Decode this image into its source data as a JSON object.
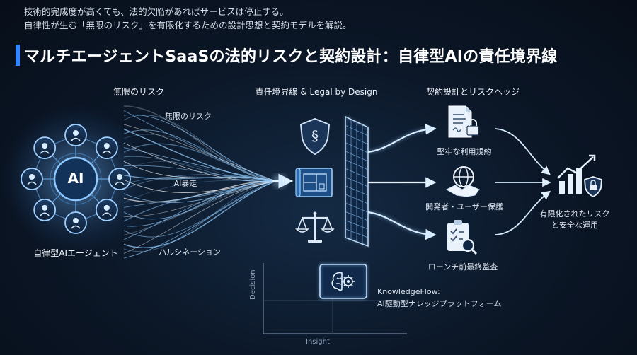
{
  "header": {
    "subtitle_line1": "技術的完成度が高くても、法的欠陥があればサービスは停止する。",
    "subtitle_line2": "自律性が生む「無限のリスク」を有限化するための設計思想と契約モデルを解説。",
    "title": "マルチエージェントSaaSの法的リスクと契約設計：自律型AIの責任境界線"
  },
  "sections": {
    "left_heading": "無限のリスク",
    "center_heading": "責任境界線 & Legal by Design",
    "right_heading": "契約設計とリスクヘッジ"
  },
  "left": {
    "hub_label": "AI",
    "caption": "自律型AIエージェント"
  },
  "flow_labels": {
    "top": "無限のリスク",
    "middle": "AI暴走",
    "bottom": "ハルシネーション"
  },
  "right_items": [
    {
      "label": "堅牢な利用規約",
      "icon": "contract-lock-icon"
    },
    {
      "label": "開発者・ユーザー保護",
      "icon": "globe-handshake-icon"
    },
    {
      "label": "ローンチ前最終監査",
      "icon": "clipboard-check-icon"
    }
  ],
  "outcome": {
    "line1": "有限化されたリスク",
    "line2": "と安全な運用",
    "icon": "chart-shield-icon"
  },
  "bottom_chart": {
    "ylabel": "Decision",
    "xlabel": "Insight",
    "product_name": "KnowledgeFlow:",
    "product_desc": "AI駆動型ナレッジプラットフォーム",
    "icon": "brain-gear-icon"
  },
  "colors": {
    "accent": "#2f86ff",
    "glow": "#8cc8ff",
    "background": "#0b1626"
  }
}
